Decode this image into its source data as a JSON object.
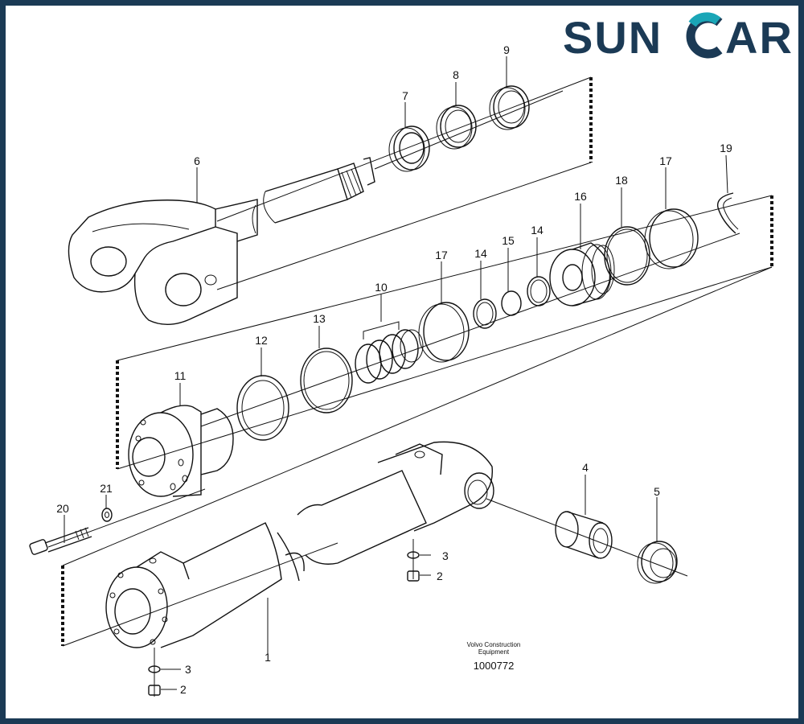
{
  "brand": {
    "name_left": "SUN",
    "name_right": "AR",
    "colors": {
      "navy": "#1b3a55",
      "teal": "#1aa6b7",
      "frame": "#1b3a55"
    }
  },
  "diagram": {
    "watermark_line1": "Volvo Construction",
    "watermark_line2": "Equipment",
    "drawing_number": "1000772",
    "callouts": {
      "c1": "1",
      "c2a": "2",
      "c2b": "2",
      "c3a": "3",
      "c3b": "3",
      "c4": "4",
      "c5": "5",
      "c6": "6",
      "c7": "7",
      "c8": "8",
      "c9": "9",
      "c10": "10",
      "c11": "11",
      "c12": "12",
      "c13": "13",
      "c14a": "14",
      "c14b": "14",
      "c15": "15",
      "c16": "16",
      "c17a": "17",
      "c17b": "17",
      "c18": "18",
      "c19": "19",
      "c20": "20",
      "c21": "21"
    }
  }
}
